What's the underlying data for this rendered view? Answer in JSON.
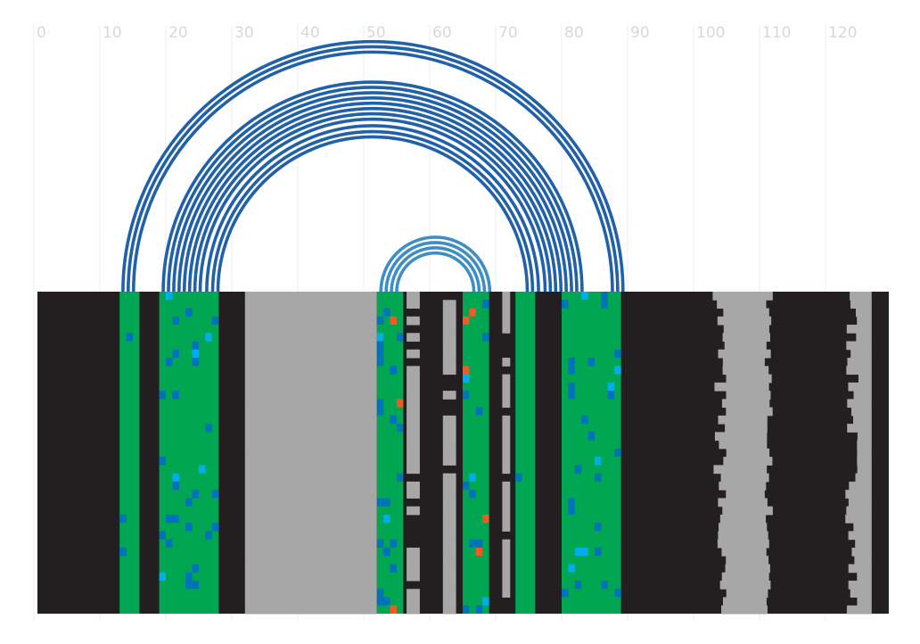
{
  "chart_data": {
    "type": "arc-alignment",
    "xlim": [
      0,
      130
    ],
    "x_ticks": [
      0,
      10,
      20,
      30,
      40,
      50,
      60,
      70,
      80,
      90,
      100,
      110,
      120
    ],
    "grid": true,
    "rows": 39,
    "colors": {
      "background_track": "#231f20",
      "gap": "#a7a7a7",
      "paired": "#00a651",
      "arc_outer": "#2161a8",
      "arc_inner": "#3e8ec4",
      "var_blue": "#0072bc",
      "var_cyan": "#00aeef",
      "var_orange": "#f15a22",
      "grid": "#ececec"
    },
    "stems": [
      {
        "x_start": 13,
        "x_end": 16
      },
      {
        "x_start": 19,
        "x_end": 28
      },
      {
        "x_start": 52,
        "x_end": 56
      },
      {
        "x_start": 65,
        "x_end": 69
      },
      {
        "x_start": 73,
        "x_end": 76
      },
      {
        "x_start": 80,
        "x_end": 89
      }
    ],
    "gap_blocks": [
      {
        "x_start": 32,
        "x_end": 52
      },
      {
        "x_start": 104,
        "x_end": 111
      },
      {
        "x_start": 124,
        "x_end": 127
      }
    ],
    "arcs": [
      {
        "x1": 13.5,
        "x2": 89.3,
        "group": "outer"
      },
      {
        "x1": 14.3,
        "x2": 88.5,
        "group": "outer"
      },
      {
        "x1": 15.1,
        "x2": 87.7,
        "group": "outer"
      },
      {
        "x1": 19.6,
        "x2": 83.1,
        "group": "outer"
      },
      {
        "x1": 20.4,
        "x2": 82.3,
        "group": "outer"
      },
      {
        "x1": 21.2,
        "x2": 81.5,
        "group": "outer"
      },
      {
        "x1": 22.0,
        "x2": 80.7,
        "group": "outer"
      },
      {
        "x1": 22.8,
        "x2": 79.9,
        "group": "outer"
      },
      {
        "x1": 23.6,
        "x2": 79.1,
        "group": "outer"
      },
      {
        "x1": 24.4,
        "x2": 78.3,
        "group": "outer"
      },
      {
        "x1": 25.2,
        "x2": 77.5,
        "group": "outer"
      },
      {
        "x1": 26.2,
        "x2": 76.5,
        "group": "outer"
      },
      {
        "x1": 27.1,
        "x2": 75.6,
        "group": "outer"
      },
      {
        "x1": 27.9,
        "x2": 74.8,
        "group": "outer"
      },
      {
        "x1": 52.6,
        "x2": 69.1,
        "group": "inner"
      },
      {
        "x1": 53.4,
        "x2": 68.3,
        "group": "inner"
      },
      {
        "x1": 54.2,
        "x2": 67.5,
        "group": "inner"
      },
      {
        "x1": 55.0,
        "x2": 66.7,
        "group": "inner"
      }
    ]
  }
}
